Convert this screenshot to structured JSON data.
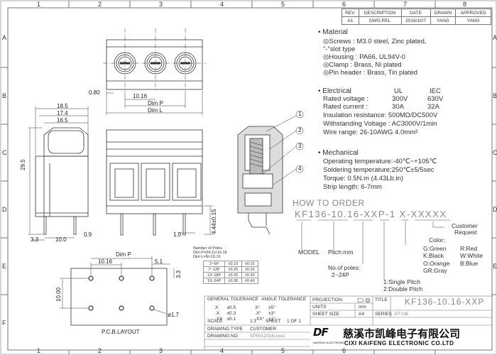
{
  "zones": {
    "cols": [
      "1",
      "2",
      "3",
      "4",
      "5",
      "6",
      "7",
      "8"
    ],
    "rows": [
      "A",
      "B",
      "C",
      "D",
      "E",
      "F"
    ]
  },
  "revision_table": {
    "headers": [
      "REV.",
      "DESCRIPTION",
      "DATE",
      "DRAWN",
      "APPROVED"
    ],
    "row": [
      "A1",
      "DWG.REL",
      "2016/10/7",
      "YANG",
      "YANG"
    ]
  },
  "material": {
    "title": "Material",
    "lines": [
      "◎Screws : M3.0 steel, Zinc plated,",
      "  \"-\"slot type",
      "◎Housing : PA66, UL94V-0",
      "◎Clamp : Brass, Ni plated",
      "◎Pin header : Brass, Tin plated"
    ]
  },
  "electrical": {
    "title": "Electrical",
    "col_ul": "UL",
    "col_iec": "IEC",
    "rated_voltage_label": "Rated voltage :",
    "rated_voltage_ul": "300V",
    "rated_voltage_iec": "630V",
    "rated_current_label": "Rated current :",
    "rated_current_ul": "30A",
    "rated_current_iec": "32A",
    "insulation": "Insulation resistance: 500MΩ/DC500V",
    "withstanding": "Withstanding Voltage : AC3000V/1min",
    "wire_range": "Wire range: 26-10AWG  4.0mm²"
  },
  "mechanical": {
    "title": "Mechanical",
    "operating": "Operating temperature:-40℃~+105℃",
    "soldering": "Soldering temperature:250℃±5/5sec",
    "torque": "Torque: 0.5N.m (4.43Lb.in)",
    "strip": "Strip length: 6-7mm"
  },
  "order": {
    "title": "HOW TO ORDER",
    "part": "KF136-10.16-XXP-1 X-XXXXX",
    "model": "MODEL",
    "pitch": "Pitch:mm",
    "poles_1": "No.of poles:",
    "poles_2": "2~24P",
    "pin_1": "1:Single Pitch",
    "pin_2": "2:Double Pitch",
    "color_title": "Color:",
    "colors": [
      "G:Green",
      "R:Red",
      "K:Black",
      "W:White",
      "O:Orange",
      "B:Blue",
      "GR:Gray"
    ],
    "customer_1": "Customer",
    "customer_2": "Request"
  },
  "dims": {
    "d_080": "0.80",
    "d_1016_top": "10.16",
    "dim_p_top": "Dim P",
    "dim_l_top": "Dim L",
    "d_185": "18.5",
    "d_174": "17.4",
    "d_165": "16.5",
    "d_295": "29.5",
    "d_444": "4.44±0.15",
    "d_33": "3.3",
    "d_100": "10.0",
    "d_09": "0.9",
    "d_10": "1.0",
    "pcb_dim_p": "Dim P",
    "pcb_1016": "10.16",
    "pcb_51": "5.1",
    "pcb_33": "3.3",
    "pcb_1000": "10.00",
    "pcb_hole": "ø1.7",
    "pcb_title": "P.C.B.LAYOUT",
    "callouts": [
      "1",
      "2",
      "3",
      "4"
    ]
  },
  "poles_table": {
    "title_1": "Number of Poles",
    "formula_1": "Dim P=(N-1)×10.16",
    "formula_2": "Dim L=N×10.16",
    "rows": [
      [
        "2~6P",
        "±0.10",
        "±0.15"
      ],
      [
        "7~12P",
        "±0.20",
        "±0.20"
      ],
      [
        "13~18P",
        "±0.25",
        "±0.30"
      ],
      [
        "19~24P",
        "±0.30",
        "±0.40"
      ]
    ]
  },
  "title_block": {
    "gen_tol": "GENERAL TOLERANCE",
    "ang_tol": "ANGLE TOLERANCE",
    "tol_rows": [
      [
        "X",
        "±0.5",
        "X°",
        "±5°"
      ],
      [
        ".X",
        "±0.3",
        ".X°",
        "±3°"
      ],
      [
        ".XX",
        "±0.1",
        ".XX°",
        "±1°"
      ]
    ],
    "projection": "PROJECTION",
    "units_label": "UNITS",
    "units_val": "mm",
    "sheet_size_label": "SHEET SIZE",
    "sheet_size_val": "A4",
    "title_label": "TITLE",
    "title_val": "KF136-10.16-XXP",
    "series_label": "SERIES",
    "series_val": "KF136",
    "scale_label": "SCALE",
    "scale_val": "1:1",
    "sheet_label": "SHEET",
    "sheet_val": "1 OF 1",
    "drawing_type_label": "DRAWING TYPE",
    "drawing_type_val": "CUSTOMER",
    "drawing_no_label": "DRAWING NO.",
    "drawing_no_val": "XP0012016-xxxx",
    "company_cn": "慈溪市凯峰电子有限公司",
    "company_en": "CIXI KAIFENG ELECTRONIC CO.LTD",
    "logo_text": "DF",
    "logo_sub": "KAIFENG ELECTRONIC"
  }
}
